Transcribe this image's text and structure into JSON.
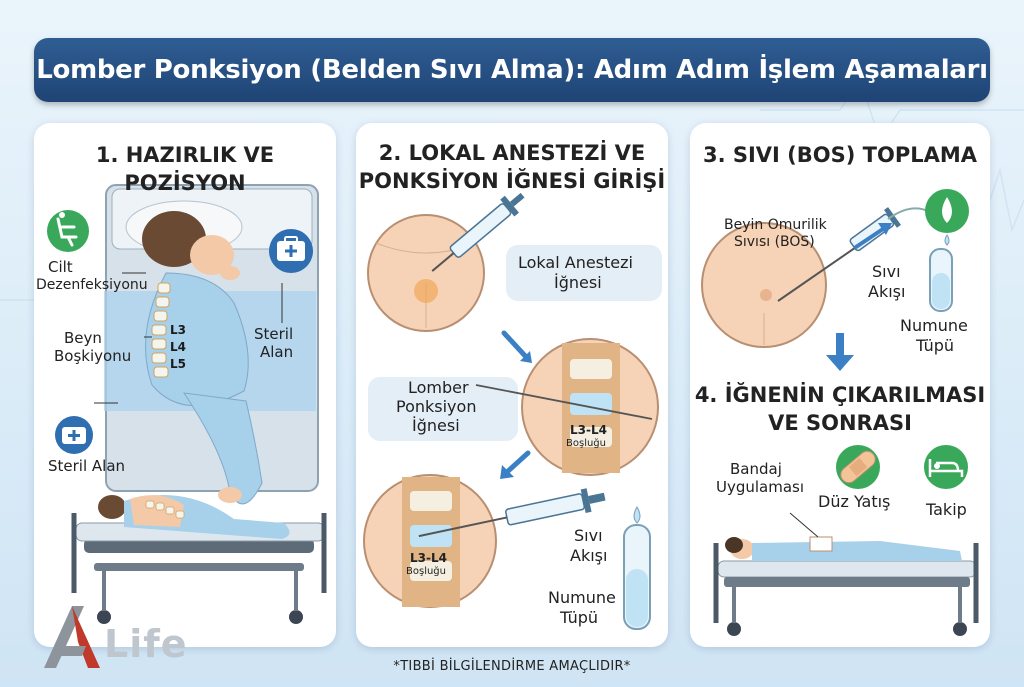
{
  "title": "Lomber Ponksiyon (Belden Sıvı Alma): Adım Adım İşlem Aşamaları",
  "panel1": {
    "title": "1. HAZIRLIK VE POZİSYON",
    "label_cilt_1": "Cilt",
    "label_cilt_2": "Dezenfeksiyonu",
    "label_beyn_1": "Beyn",
    "label_beyn_2": "Boşkiyonu",
    "vert_l3": "L3",
    "vert_l4": "L4",
    "vert_l5": "L5",
    "label_steril_1": "Steril",
    "label_steril_2": "Alan",
    "label_steril_alan": "Steril Alan"
  },
  "panel2": {
    "title_1": "2. LOKAL ANESTEZİ VE",
    "title_2": "PONKSİYON İĞNESİ GİRİŞİ",
    "anes_1": "Lokal Anestezi",
    "anes_2": "İğnesi",
    "needle_1": "Lomber",
    "needle_2": "Ponksiyon",
    "needle_3": "İğnesi",
    "space_1": "L3-L4",
    "space_2": "Boşluğu",
    "space_b1": "L3-L4",
    "space_b2": "Boşluğu",
    "flow_1": "Sıvı",
    "flow_2": "Akışı",
    "tube_1": "Numune",
    "tube_2": "Tüpü"
  },
  "panel3": {
    "title": "3. SIVI (BOS) TOPLAMA",
    "csf_1": "Beyin Omurilik",
    "csf_2": "Sıvısı (BOS)",
    "flow_1": "Sıvı",
    "flow_2": "Akışı",
    "tube_1": "Numune",
    "tube_2": "Tüpü",
    "title4_1": "4. İĞNENİN ÇIKARILMASI",
    "title4_2": "VE SONRASI",
    "bandage_1": "Bandaj",
    "bandage_2": "Uygulaması",
    "rest": "Düz Yatış",
    "follow": "Takip"
  },
  "footer": "*TIBBİ BİLGİLENDİRME AMAÇLIDIR*",
  "logo_text": "Life",
  "colors": {
    "title_bg": "#1f4475",
    "accent_green": "#3aa85a",
    "accent_blue": "#2f6eb0",
    "skin": "#f6d2b6",
    "csf": "#bfe3f5"
  },
  "icons": [
    "seat-icon",
    "first-aid-kit-icon",
    "bandage-icon",
    "bed-icon",
    "water-drop-icon",
    "arrow-down-icon"
  ]
}
